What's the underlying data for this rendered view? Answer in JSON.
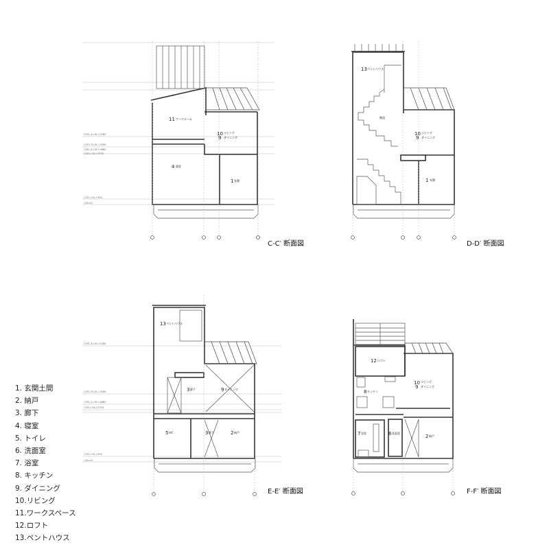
{
  "legend": [
    "1. 玄関土間",
    "2. 納戸",
    "3. 廊下",
    "4. 寝室",
    "5. トイレ",
    "6. 洗面室",
    "7. 浴室",
    "8. キッチン",
    "9. ダイニング",
    "10.リビング",
    "11.ワークスペース",
    "12.ロフト",
    "13.ペントハウス"
  ],
  "sections": {
    "cc": {
      "title": "C-C′ 断面図",
      "rooms": [
        {
          "num": "11",
          "name": "ワークルーム"
        },
        {
          "num": "10",
          "name": "リビング"
        },
        {
          "num": "9",
          "name": "ダイニング"
        },
        {
          "num": "4",
          "name": "寝室"
        },
        {
          "num": "1",
          "name": "玄関"
        }
      ],
      "levels": [
        "▽2FL-4=GL+3780",
        "▽2FL-3=GL+3180",
        "▽2FL-2=GL+2880",
        "▽2FL=GL+2700",
        "▽1FL=GL+300",
        "▽GL±0"
      ]
    },
    "dd": {
      "title": "D-D′ 断面図",
      "rooms": [
        {
          "num": "13",
          "name": "ペントハウス"
        },
        {
          "num": "10",
          "name": "リビング"
        },
        {
          "num": "9",
          "name": "ダイニング"
        },
        {
          "num": "1",
          "name": "玄関"
        },
        {
          "num": "",
          "name": "階段"
        }
      ]
    },
    "ee": {
      "title": "E-E′ 断面図",
      "rooms": [
        {
          "num": "13",
          "name": "ペントハウス"
        },
        {
          "num": "3",
          "name": "廊下"
        },
        {
          "num": "9",
          "name": "ダイニング"
        },
        {
          "num": "5",
          "name": "WC"
        },
        {
          "num": "3",
          "name": "廊下"
        },
        {
          "num": "2",
          "name": "納戸"
        }
      ],
      "levels": [
        "▽2FL-4=GL+3780",
        "▽2FL-3=GL+3180",
        "▽2FL-2=GL+2880",
        "▽2FL=GL+2700",
        "▽1FL=GL+300",
        "▽GL±0"
      ]
    },
    "ff": {
      "title": "F-F′ 断面図",
      "rooms": [
        {
          "num": "12",
          "name": "ロフト"
        },
        {
          "num": "10",
          "name": "リビング"
        },
        {
          "num": "9",
          "name": "ダイニング"
        },
        {
          "num": "8",
          "name": "キッチン"
        },
        {
          "num": "7",
          "name": "浴室"
        },
        {
          "num": "6",
          "name": "洗面室"
        },
        {
          "num": "2",
          "name": "納戸"
        }
      ]
    }
  },
  "colors": {
    "line": "#333333",
    "background": "#ffffff"
  }
}
